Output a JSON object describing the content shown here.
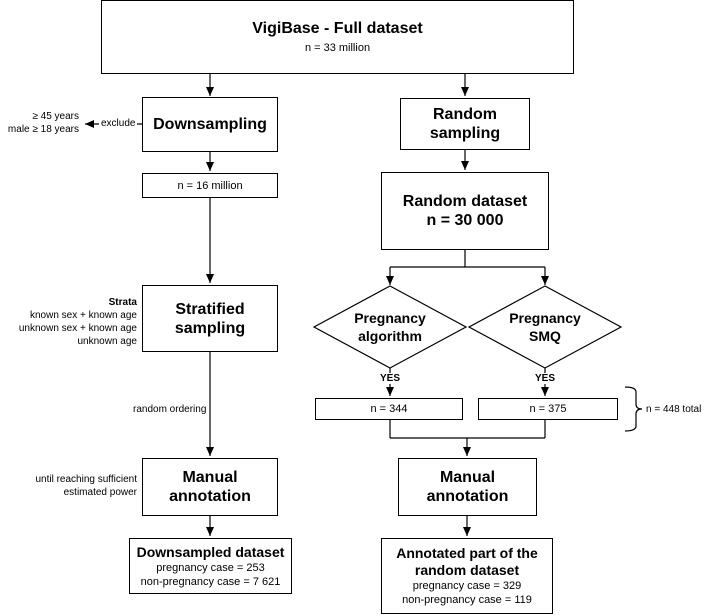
{
  "full_dataset": {
    "title": "VigiBase - Full dataset",
    "count": "n = 33 million"
  },
  "exclude": {
    "line1": "≥ 45 years",
    "line2": "male ≥ 18 years",
    "label": "exclude"
  },
  "downsampling": {
    "title": "Downsampling"
  },
  "n16": {
    "label": "n = 16 million"
  },
  "strata": {
    "title": "Strata",
    "line1": "known sex + known age",
    "line2": "unknown sex + known age",
    "line3": "unknown age"
  },
  "stratified": {
    "line1": "Stratified",
    "line2": "sampling"
  },
  "random_ordering": {
    "label": "random ordering"
  },
  "until": {
    "line1": "until reaching sufficient",
    "line2": "estimated power"
  },
  "manual_left": {
    "line1": "Manual",
    "line2": "annotation"
  },
  "downsampled": {
    "title": "Downsampled dataset",
    "preg": "pregnancy case = 253",
    "nonpreg": "non-pregnancy case = 7 621"
  },
  "random_sampling": {
    "line1": "Random",
    "line2": "sampling"
  },
  "random_dataset": {
    "title": "Random dataset",
    "count": "n = 30 000"
  },
  "algorithm": {
    "line1": "Pregnancy",
    "line2": "algorithm"
  },
  "smq": {
    "line1": "Pregnancy",
    "line2": "SMQ"
  },
  "yes_label": "YES",
  "n344": {
    "label": "n = 344"
  },
  "n375": {
    "label": "n = 375"
  },
  "total": {
    "label": "n = 448 total"
  },
  "manual_right": {
    "line1": "Manual",
    "line2": "annotation"
  },
  "annotated": {
    "line1": "Annotated part of the",
    "line2": "random dataset",
    "preg": "pregnancy case = 329",
    "nonpreg": "non-pregnancy case = 119"
  }
}
